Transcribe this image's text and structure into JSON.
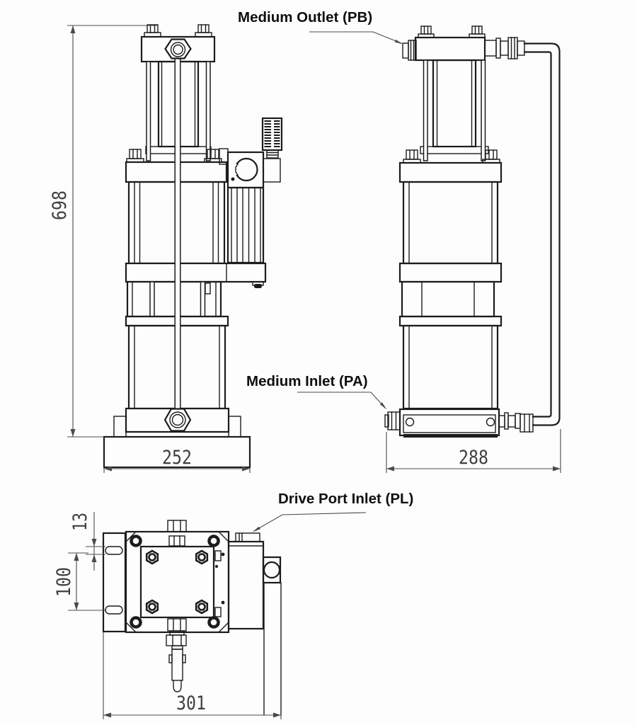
{
  "labels": {
    "medium_outlet": "Medium Outlet (PB)",
    "medium_inlet": "Medium Inlet (PA)",
    "drive_port_inlet": "Drive Port Inlet (PL)"
  },
  "dimensions": {
    "overall_height_mm": "698",
    "front_base_width_mm": "252",
    "side_base_width_mm": "288",
    "top_base_length_mm": "301",
    "slot_width_mm": "13",
    "slot_spacing_mm": "100"
  },
  "colors": {
    "line": "#1c1c1c",
    "dimension": "#3f3f3f",
    "label": "#0f0f0f",
    "background": "#fdfdfd"
  }
}
